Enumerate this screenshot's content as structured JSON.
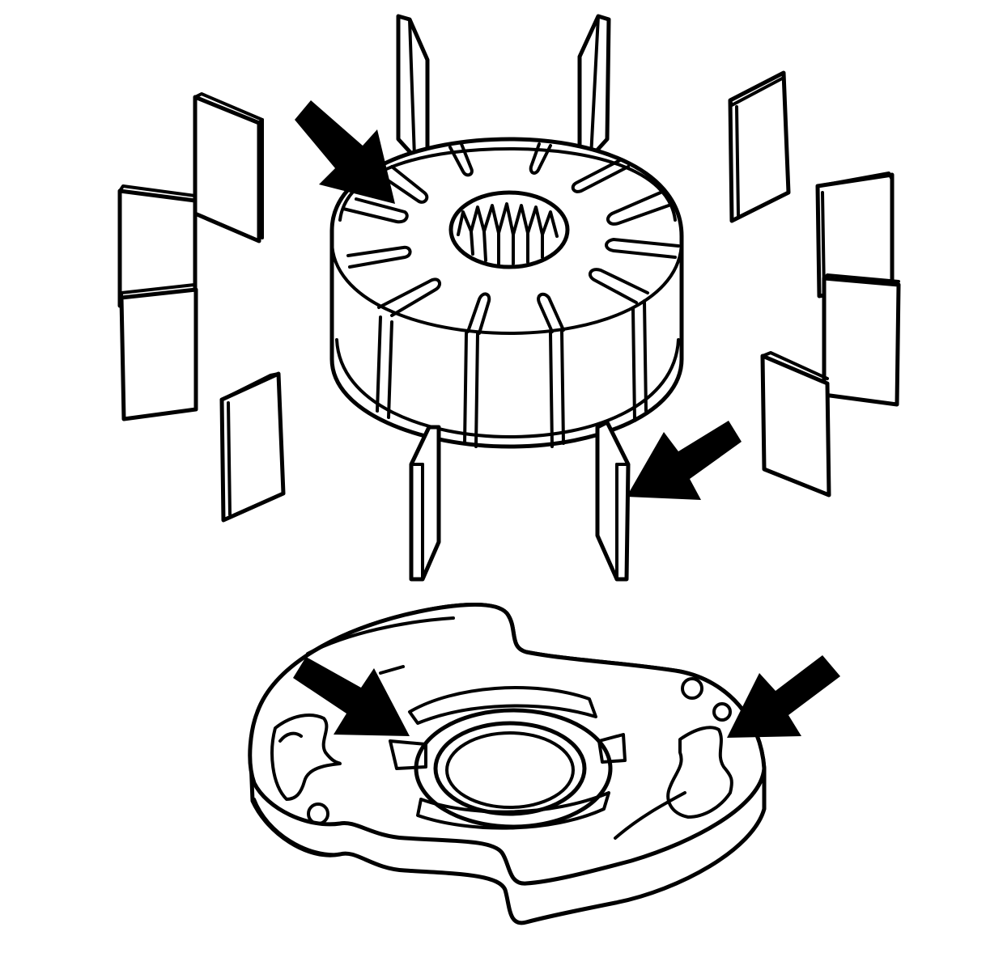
{
  "diagram": {
    "components": [
      "vane-pump-rotor",
      "rotor-vanes",
      "pump-cam-ring-plate"
    ],
    "callout_arrows": 4,
    "colors": {
      "line": "#000000",
      "fill": "#ffffff",
      "background": "#ffffff"
    }
  }
}
